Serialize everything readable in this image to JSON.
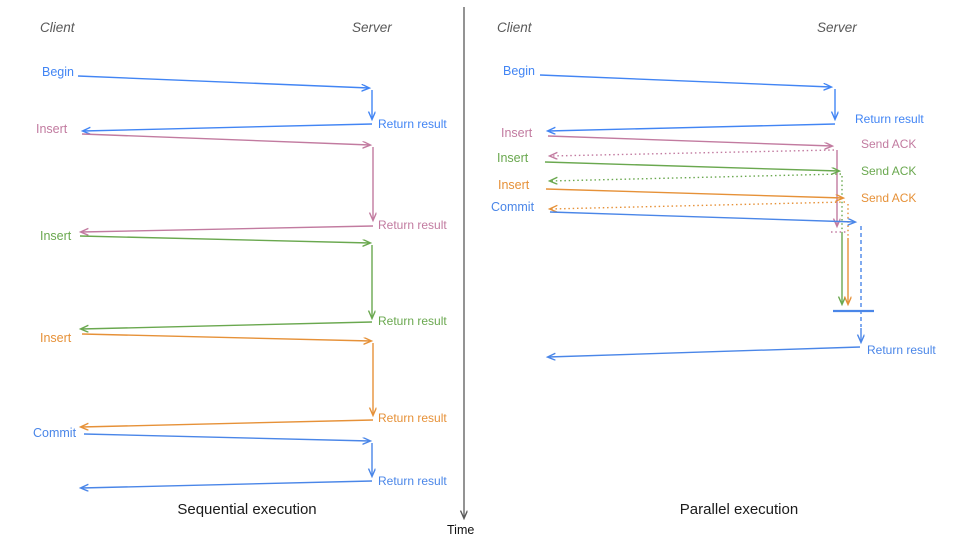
{
  "colors": {
    "begin_blue": "#4285f4",
    "commit_blue": "#4a86e8",
    "insert_pink": "#c27ba0",
    "insert_green": "#6aa84f",
    "insert_orange": "#e69138",
    "header_gray": "#595959",
    "axis_gray": "#595959",
    "title_black": "#1b1b1b"
  },
  "time_axis": {
    "label": "Time"
  },
  "sequential": {
    "title": "Sequential execution",
    "client_header": "Client",
    "server_header": "Server",
    "operations": [
      {
        "label": "Begin",
        "response": "Return result",
        "color": "#4285f4"
      },
      {
        "label": "Insert",
        "response": "Return result",
        "color": "#c27ba0"
      },
      {
        "label": "Insert",
        "response": "Return result",
        "color": "#6aa84f"
      },
      {
        "label": "Insert",
        "response": "Return result",
        "color": "#e69138"
      },
      {
        "label": "Commit",
        "response": "Return result",
        "color": "#4a86e8"
      }
    ]
  },
  "parallel": {
    "title": "Parallel execution",
    "client_header": "Client",
    "server_header": "Server",
    "operations": [
      {
        "label": "Begin",
        "response": "Return result",
        "color": "#4285f4"
      },
      {
        "label": "Insert",
        "response": "Send ACK",
        "color": "#c27ba0"
      },
      {
        "label": "Insert",
        "response": "Send ACK",
        "color": "#6aa84f"
      },
      {
        "label": "Insert",
        "response": "Send ACK",
        "color": "#e69138"
      },
      {
        "label": "Commit",
        "response": "Return result",
        "color": "#4a86e8"
      }
    ]
  }
}
